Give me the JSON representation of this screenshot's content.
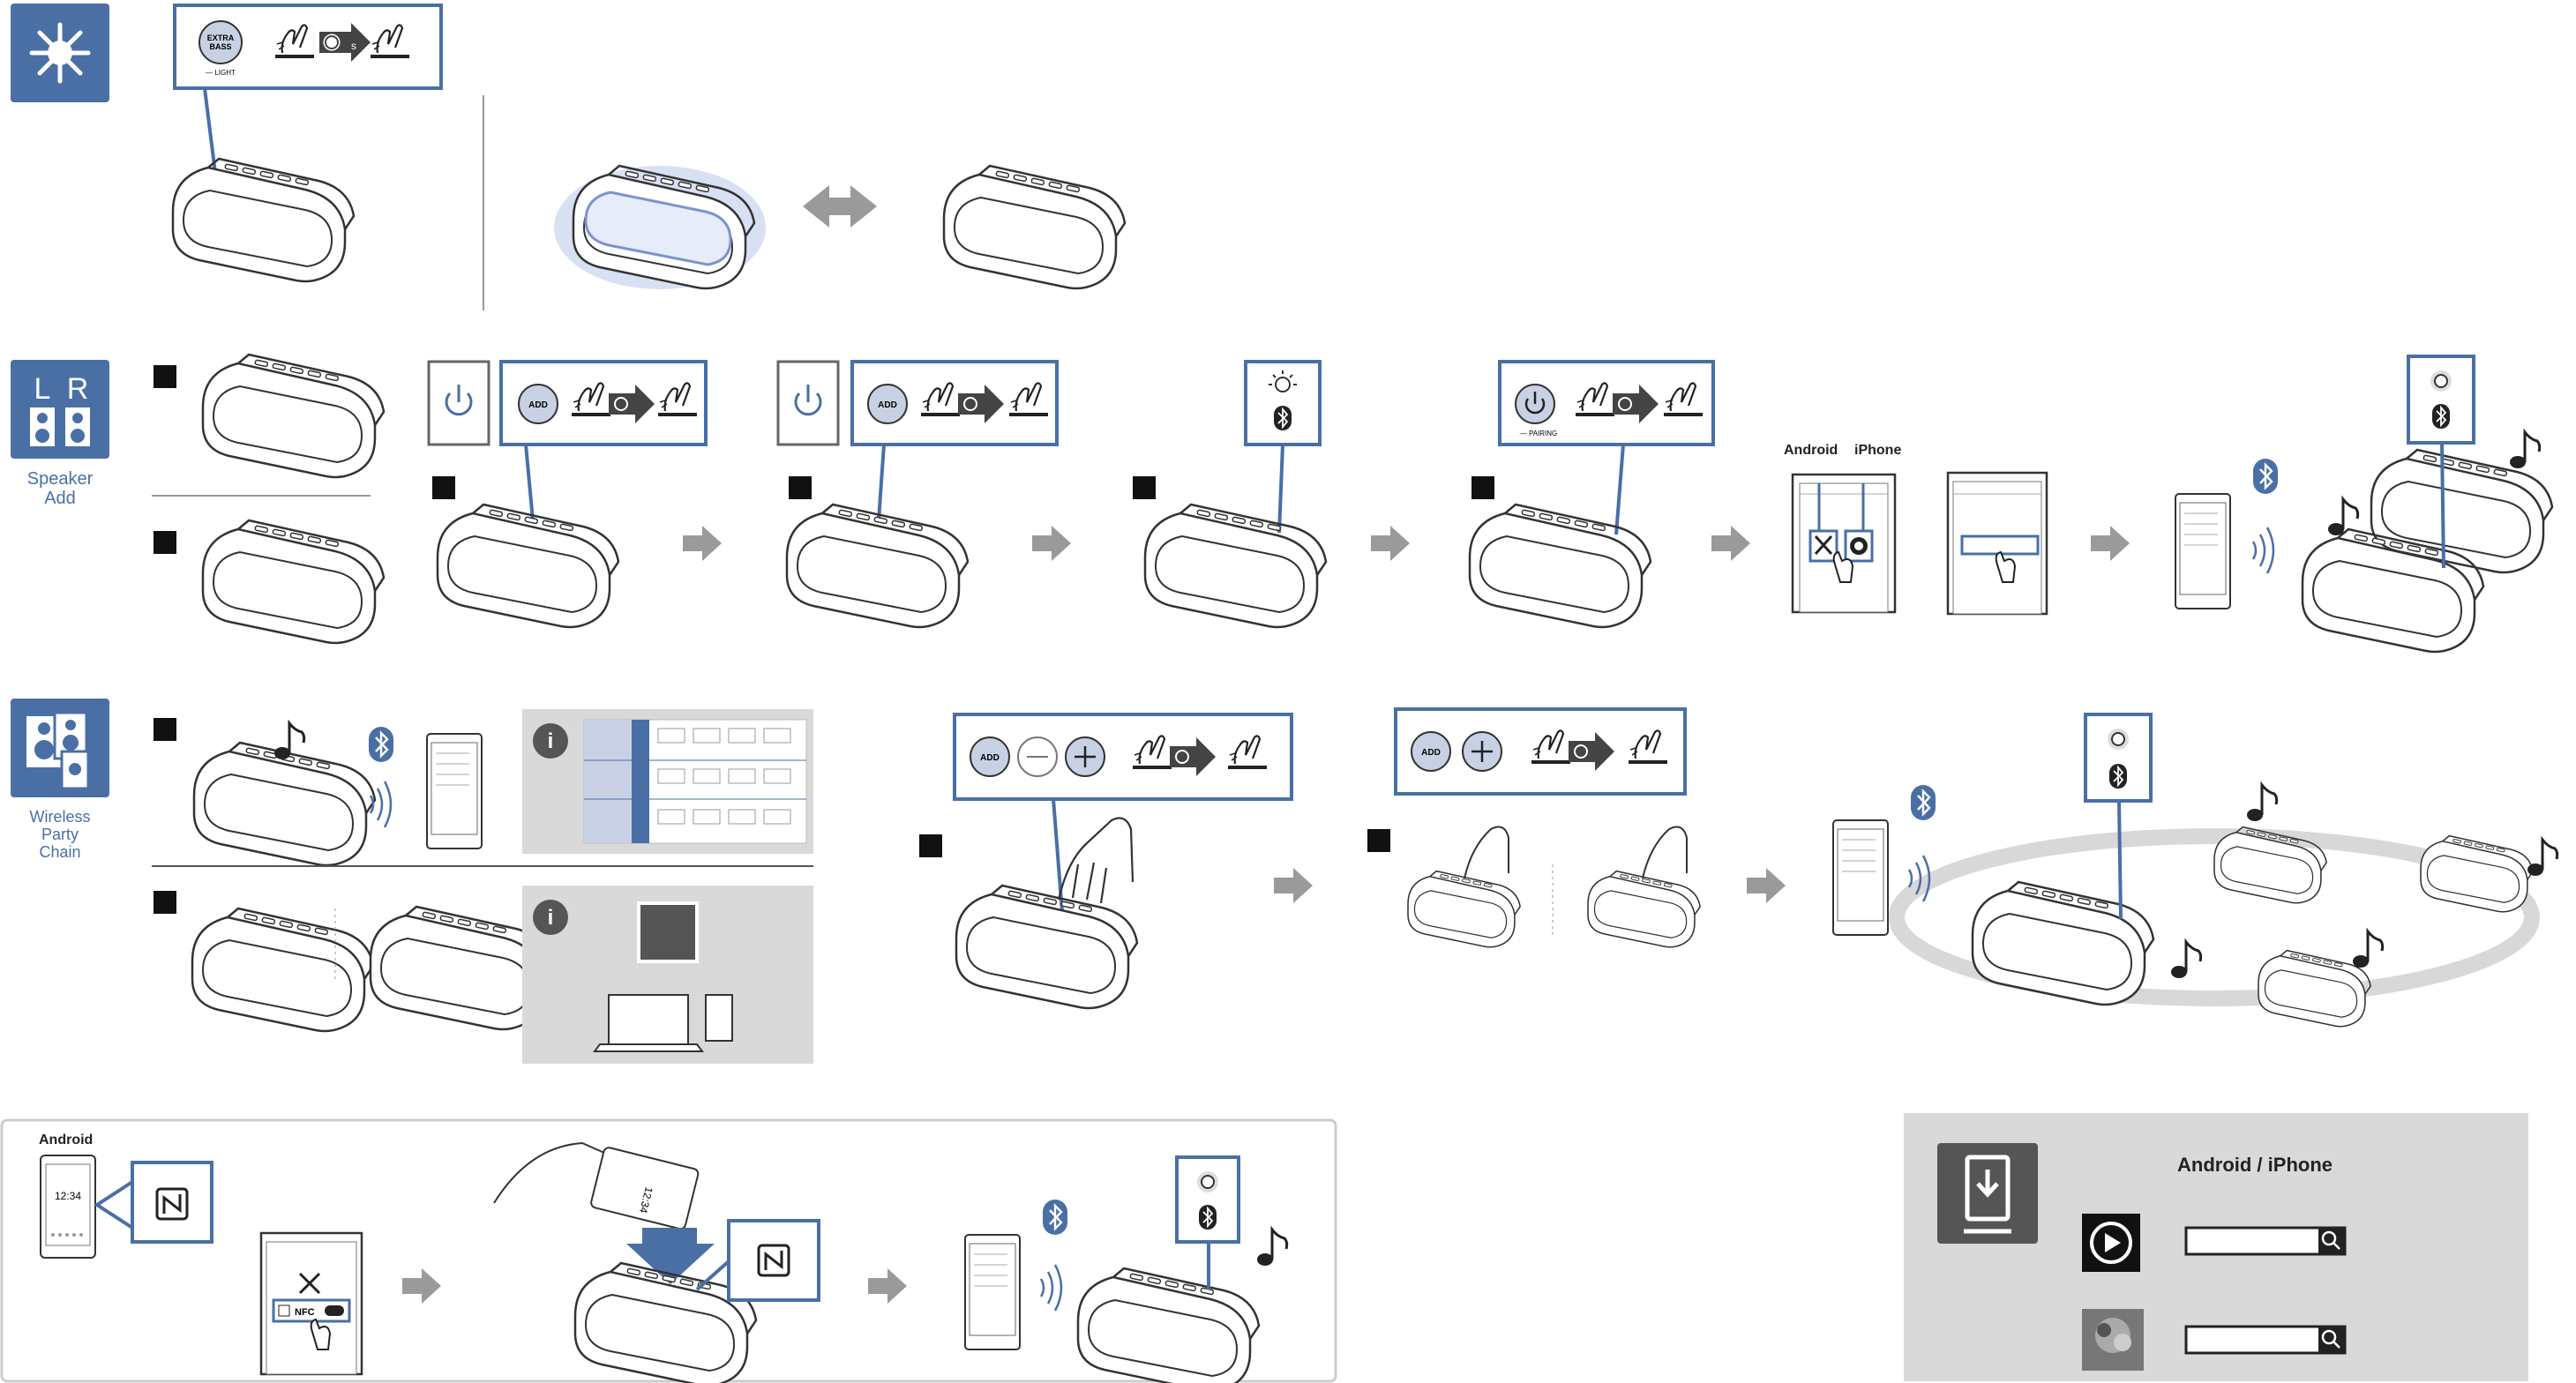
{
  "sections": {
    "speaker_add": {
      "label_line1": "Speaker",
      "label_line2": "Add"
    },
    "wireless_party_chain": {
      "label_line1": "Wireless",
      "label_line2": "Party",
      "label_line3": "Chain"
    }
  },
  "buttons": {
    "extra_bass": "EXTRA BASS",
    "light": "LIGHT",
    "add": "ADD",
    "pairing": "PAIRING",
    "seconds": "s"
  },
  "phones": {
    "android_label": "Android",
    "iphone_label": "iPhone",
    "time": "12:34",
    "nfc_label": "NFC"
  },
  "nfc_panel": {
    "android_label": "Android"
  },
  "app_panel": {
    "title": "Android / iPhone"
  },
  "info_icon": "i",
  "colors": {
    "accent": "#4a6fa5",
    "panel_gray": "#d9d9d9",
    "dark_gray": "#555555",
    "arrow_gray": "#9a9a9a"
  }
}
